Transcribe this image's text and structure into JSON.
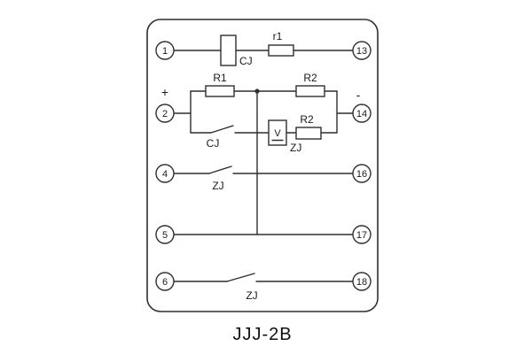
{
  "diagram": {
    "title": "JJJ-2B",
    "colors": {
      "line": "#2f2f2f",
      "background": "#ffffff",
      "text": "#1a1a1a"
    },
    "terminals": {
      "left": [
        "1",
        "2",
        "4",
        "5",
        "6"
      ],
      "right": [
        "13",
        "14",
        "16",
        "17",
        "18"
      ]
    },
    "polarity": {
      "positive": "+",
      "negative": "-"
    },
    "components": {
      "cj_coil": "CJ",
      "r1_resistor": "r1",
      "R1_resistor": "R1",
      "R2_top_resistor": "R2",
      "R2_bottom_resistor": "R2",
      "zj_coil": "ZJ",
      "diode": "V",
      "cj_contact": "CJ",
      "zj_contact_upper": "ZJ",
      "zj_contact_lower": "ZJ"
    }
  }
}
